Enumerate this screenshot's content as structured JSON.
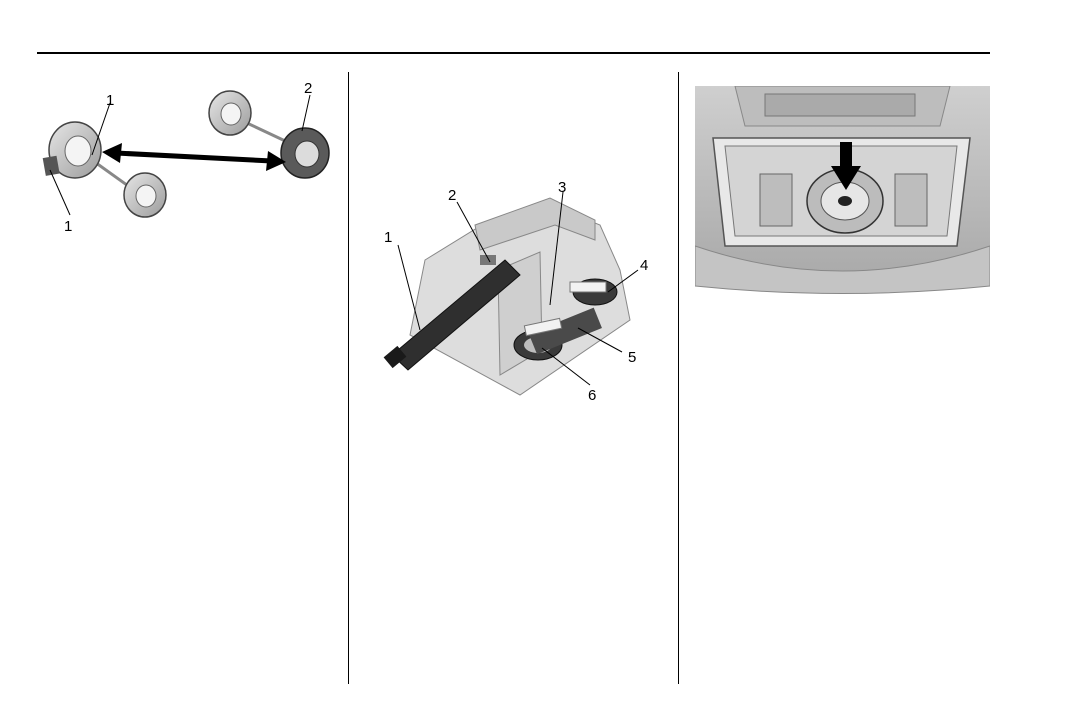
{
  "figures": {
    "tire_rotation": {
      "callouts": [
        "1",
        "1",
        "2"
      ]
    },
    "jack_kit": {
      "callouts": [
        "1",
        "2",
        "3",
        "4",
        "5",
        "6"
      ]
    },
    "trunk_spare": {
      "callouts": []
    }
  }
}
